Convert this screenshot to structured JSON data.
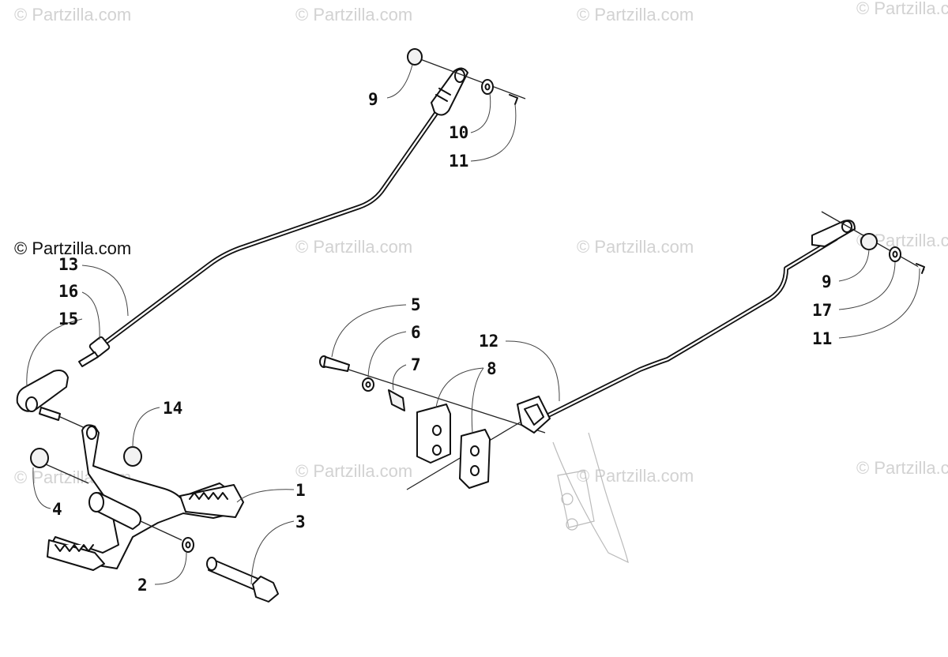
{
  "watermark": "© Partzilla.com",
  "credit": "© Partzilla.com",
  "callouts": {
    "c1": "1",
    "c2": "2",
    "c3": "3",
    "c4": "4",
    "c5": "5",
    "c6": "6",
    "c7": "7",
    "c8": "8",
    "c9a": "9",
    "c9b": "9",
    "c10": "10",
    "c11a": "11",
    "c11b": "11",
    "c12": "12",
    "c13": "13",
    "c14": "14",
    "c15": "15",
    "c16": "16",
    "c17": "17"
  }
}
